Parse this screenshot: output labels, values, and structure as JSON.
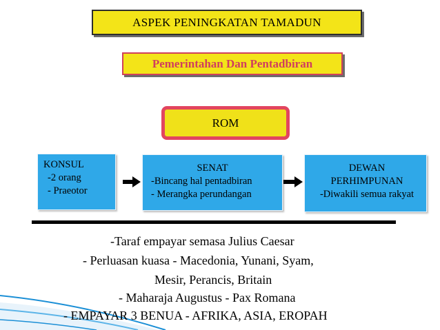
{
  "title": "ASPEK PENINGKATAN  TAMADUN",
  "subtitle": "Pemerintahan Dan Pentadbiran",
  "center_node": "ROM",
  "nodes": {
    "konsul": {
      "lines": [
        "KONSUL",
        "-2 orang",
        "- Praeotor"
      ]
    },
    "senat": {
      "lines": [
        "SENAT",
        "-Bincang hal pentadbiran",
        "- Merangka perundangan"
      ]
    },
    "dewan": {
      "lines": [
        "DEWAN",
        "PERHIMPUNAN",
        "-Diwakili semua rakyat"
      ]
    }
  },
  "notes": [
    "-Taraf empayar semasa Julius Caesar",
    "- Perluasan kuasa - Macedonia, Yunani, Syam,",
    "Mesir, Perancis, Britain",
    "- Maharaja Augustus - Pax Romana",
    "- EMPAYAR 3 BENUA - AFRIKA, ASIA, EROPAH"
  ],
  "colors": {
    "title_fill": "#f3e418",
    "subtitle_text": "#d03d5e",
    "rom_border": "#e2455f",
    "node_fill": "#2fa8e8",
    "decoration_blue": "#1b8fd6"
  },
  "icons": [
    "arrow-right-icon",
    "arrow-right-icon"
  ]
}
